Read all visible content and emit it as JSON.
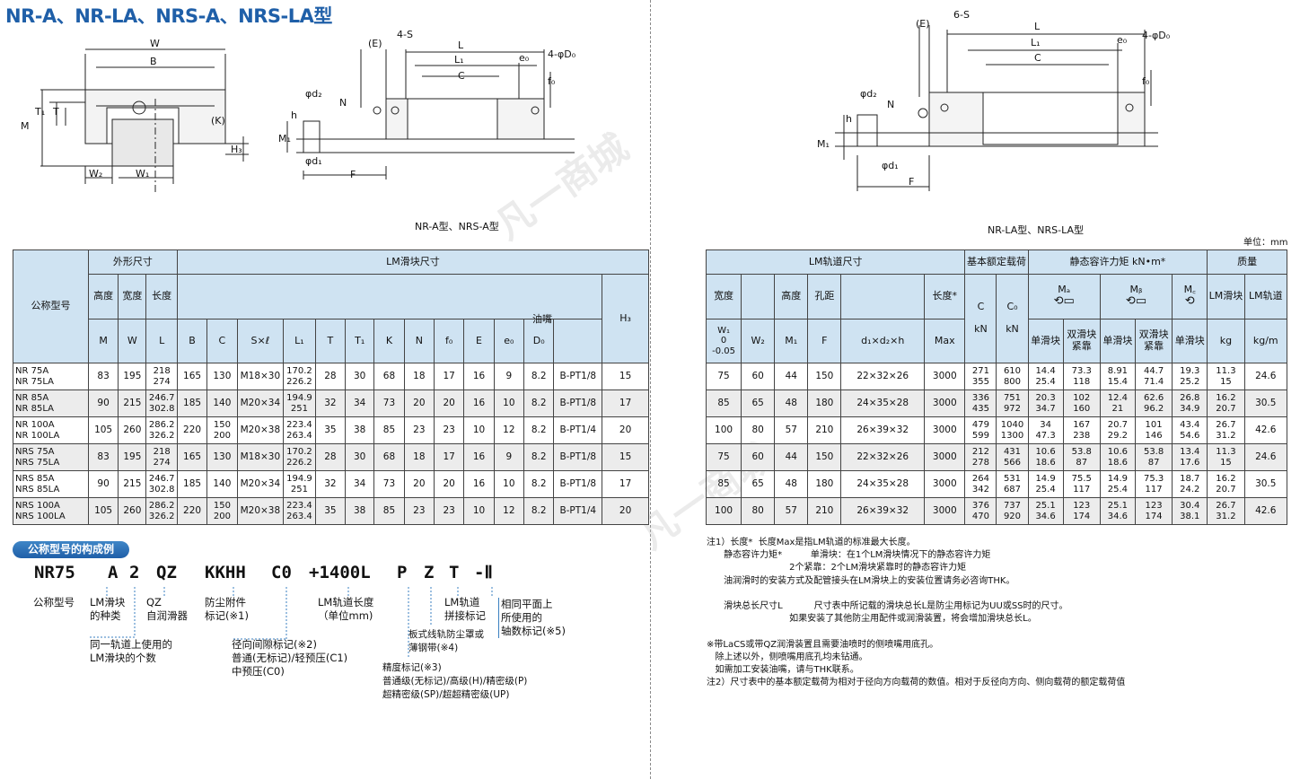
{
  "title": "NR-A、NR-LA、NRS-A、NRS-LA型",
  "drawing_a": {
    "caption": "NR-A型、NRS-A型",
    "front": {
      "W": "W",
      "B": "B",
      "M": "M",
      "T1": "T₁",
      "T": "T",
      "K": "(K)",
      "H3": "H₃",
      "W2": "W₂",
      "W1": "W₁"
    },
    "side": {
      "E": "(E)",
      "S": "4-S",
      "L": "L",
      "L1": "L₁",
      "C": "C",
      "e0": "e₀",
      "D0": "4-φD₀",
      "f0": "f₀",
      "d2": "φd₂",
      "N": "N",
      "h": "h",
      "M1": "M₁",
      "d1": "φd₁",
      "F": "F"
    }
  },
  "drawing_la": {
    "caption": "NR-LA型、NRS-LA型",
    "side": {
      "E": "(E)",
      "S": "6-S",
      "L": "L",
      "L1": "L₁",
      "C": "C",
      "e0": "e₀",
      "D0": "4-φD₀",
      "f0": "f₀",
      "d2": "φd₂",
      "N": "N",
      "h": "h",
      "M1": "M₁",
      "d1": "φd₁",
      "F": "F"
    }
  },
  "unit_label": "单位：mm",
  "watermark": "凡一商城",
  "table": {
    "left_head": {
      "model": "公称型号",
      "outer": "外形尺寸",
      "lm_block": "LM滑块尺寸",
      "height": "高度",
      "width": "宽度",
      "length": "长度",
      "oil": "油嘴",
      "sym": [
        "M",
        "W",
        "L",
        "B",
        "C",
        "S×ℓ",
        "L₁",
        "T",
        "T₁",
        "K",
        "N",
        "f₀",
        "E",
        "e₀",
        "D₀",
        "",
        "H₃"
      ]
    },
    "right_head": {
      "rail": "LM轨道尺寸",
      "load": "基本额定载荷",
      "moment": "静态容许力矩 kN•m*",
      "mass": "质量",
      "width": "宽度",
      "height": "高度",
      "pitch": "孔距",
      "length": "长度*",
      "C": "C",
      "C0": "C₀",
      "MA": "Mₐ",
      "MB": "Mᵦ",
      "MC": "M꜀",
      "single": "单滑块",
      "double": "双滑块紧靠",
      "lm_block": "LM滑块",
      "lm_rail": "LM轨道",
      "w1": "W₁",
      "w1_0": "0",
      "w1_tol": "-0.05",
      "sym": [
        "W₂",
        "M₁",
        "F",
        "d₁×d₂×h",
        "Max",
        "kN",
        "kN",
        "kg",
        "kg/m"
      ]
    },
    "rows": [
      {
        "model": [
          "NR 75A",
          "NR 75LA"
        ],
        "M": "83",
        "W": "195",
        "L": [
          "218",
          "274"
        ],
        "B": "165",
        "C": "130",
        "S": "M18×30",
        "L1": [
          "170.2",
          "226.2"
        ],
        "T": "28",
        "T1": "30",
        "K": "68",
        "N": "18",
        "f0": "17",
        "E": "16",
        "e0": "9",
        "D0": "8.2",
        "oil": "B-PT1/8",
        "H3": "15",
        "W1": "75",
        "W2": "60",
        "M1": "44",
        "F": "150",
        "d": "22×32×26",
        "Max": "3000",
        "Cd": [
          "271",
          "355"
        ],
        "C0": [
          "610",
          "800"
        ],
        "MA1": [
          "14.4",
          "25.4"
        ],
        "MA2": [
          "73.3",
          "118"
        ],
        "MB1": [
          "8.91",
          "15.4"
        ],
        "MB2": [
          "44.7",
          "71.4"
        ],
        "MC": [
          "19.3",
          "25.2"
        ],
        "mb": [
          "11.3",
          "15"
        ],
        "mr": "24.6"
      },
      {
        "model": [
          "NR 85A",
          "NR 85LA"
        ],
        "M": "90",
        "W": "215",
        "L": [
          "246.7",
          "302.8"
        ],
        "B": "185",
        "C": "140",
        "S": "M20×34",
        "L1": [
          "194.9",
          "251"
        ],
        "T": "32",
        "T1": "34",
        "K": "73",
        "N": "20",
        "f0": "20",
        "E": "16",
        "e0": "10",
        "D0": "8.2",
        "oil": "B-PT1/8",
        "H3": "17",
        "W1": "85",
        "W2": "65",
        "M1": "48",
        "F": "180",
        "d": "24×35×28",
        "Max": "3000",
        "Cd": [
          "336",
          "435"
        ],
        "C0": [
          "751",
          "972"
        ],
        "MA1": [
          "20.3",
          "34.7"
        ],
        "MA2": [
          "102",
          "160"
        ],
        "MB1": [
          "12.4",
          "21"
        ],
        "MB2": [
          "62.6",
          "96.2"
        ],
        "MC": [
          "26.8",
          "34.9"
        ],
        "mb": [
          "16.2",
          "20.7"
        ],
        "mr": "30.5"
      },
      {
        "model": [
          "NR 100A",
          "NR 100LA"
        ],
        "M": "105",
        "W": "260",
        "L": [
          "286.2",
          "326.2"
        ],
        "B": "220",
        "C": [
          "150",
          "200"
        ],
        "S": "M20×38",
        "L1": [
          "223.4",
          "263.4"
        ],
        "T": "35",
        "T1": "38",
        "K": "85",
        "N": "23",
        "f0": "23",
        "E": "10",
        "e0": "12",
        "D0": "8.2",
        "oil": "B-PT1/4",
        "H3": "20",
        "W1": "100",
        "W2": "80",
        "M1": "57",
        "F": "210",
        "d": "26×39×32",
        "Max": "3000",
        "Cd": [
          "479",
          "599"
        ],
        "C0": [
          "1040",
          "1300"
        ],
        "MA1": [
          "34",
          "47.3"
        ],
        "MA2": [
          "167",
          "238"
        ],
        "MB1": [
          "20.7",
          "29.2"
        ],
        "MB2": [
          "101",
          "146"
        ],
        "MC": [
          "43.4",
          "54.6"
        ],
        "mb": [
          "26.7",
          "31.2"
        ],
        "mr": "42.6"
      },
      {
        "model": [
          "NRS 75A",
          "NRS 75LA"
        ],
        "M": "83",
        "W": "195",
        "L": [
          "218",
          "274"
        ],
        "B": "165",
        "C": "130",
        "S": "M18×30",
        "L1": [
          "170.2",
          "226.2"
        ],
        "T": "28",
        "T1": "30",
        "K": "68",
        "N": "18",
        "f0": "17",
        "E": "16",
        "e0": "9",
        "D0": "8.2",
        "oil": "B-PT1/8",
        "H3": "15",
        "W1": "75",
        "W2": "60",
        "M1": "44",
        "F": "150",
        "d": "22×32×26",
        "Max": "3000",
        "Cd": [
          "212",
          "278"
        ],
        "C0": [
          "431",
          "566"
        ],
        "MA1": [
          "10.6",
          "18.6"
        ],
        "MA2": [
          "53.8",
          "87"
        ],
        "MB1": [
          "10.6",
          "18.6"
        ],
        "MB2": [
          "53.8",
          "87"
        ],
        "MC": [
          "13.4",
          "17.6"
        ],
        "mb": [
          "11.3",
          "15"
        ],
        "mr": "24.6"
      },
      {
        "model": [
          "NRS 85A",
          "NRS 85LA"
        ],
        "M": "90",
        "W": "215",
        "L": [
          "246.7",
          "302.8"
        ],
        "B": "185",
        "C": "140",
        "S": "M20×34",
        "L1": [
          "194.9",
          "251"
        ],
        "T": "32",
        "T1": "34",
        "K": "73",
        "N": "20",
        "f0": "20",
        "E": "16",
        "e0": "10",
        "D0": "8.2",
        "oil": "B-PT1/8",
        "H3": "17",
        "W1": "85",
        "W2": "65",
        "M1": "48",
        "F": "180",
        "d": "24×35×28",
        "Max": "3000",
        "Cd": [
          "264",
          "342"
        ],
        "C0": [
          "531",
          "687"
        ],
        "MA1": [
          "14.9",
          "25.4"
        ],
        "MA2": [
          "75.5",
          "117"
        ],
        "MB1": [
          "14.9",
          "25.4"
        ],
        "MB2": [
          "75.3",
          "117"
        ],
        "MC": [
          "18.7",
          "24.2"
        ],
        "mb": [
          "16.2",
          "20.7"
        ],
        "mr": "30.5"
      },
      {
        "model": [
          "NRS 100A",
          "NRS 100LA"
        ],
        "M": "105",
        "W": "260",
        "L": [
          "286.2",
          "326.2"
        ],
        "B": "220",
        "C": [
          "150",
          "200"
        ],
        "S": "M20×38",
        "L1": [
          "223.4",
          "263.4"
        ],
        "T": "35",
        "T1": "38",
        "K": "85",
        "N": "23",
        "f0": "23",
        "E": "10",
        "e0": "12",
        "D0": "8.2",
        "oil": "B-PT1/4",
        "H3": "20",
        "W1": "100",
        "W2": "80",
        "M1": "57",
        "F": "210",
        "d": "26×39×32",
        "Max": "3000",
        "Cd": [
          "376",
          "470"
        ],
        "C0": [
          "737",
          "920"
        ],
        "MA1": [
          "25.1",
          "34.6"
        ],
        "MA2": [
          "123",
          "174"
        ],
        "MB1": [
          "25.1",
          "34.6"
        ],
        "MB2": [
          "123",
          "174"
        ],
        "MC": [
          "30.4",
          "38.1"
        ],
        "mb": [
          "26.7",
          "31.2"
        ],
        "mr": "42.6"
      }
    ]
  },
  "model_code": {
    "heading": "公称型号的构成例",
    "parts": [
      "NR75",
      "A",
      "2",
      "QZ",
      "KKHH",
      "C0",
      "+1400L",
      "P",
      "Z",
      "T",
      "-Ⅱ"
    ],
    "labels": {
      "model": "公称型号",
      "block_type": "LM滑块\n的种类",
      "qz": "QZ\n自润滑器",
      "seal": "防尘附件\n标记(※1)",
      "rail_len": "LM轨道长度\n（单位mm)",
      "joint": "LM轨道\n拼接标记",
      "same_plane": "相同平面上\n所使用的\n轴数标记(※5)",
      "count": "同一轨道上使用的\nLM滑块的个数",
      "clearance": "径向间隙标记(※2)\n普通(无标记)/轻预压(C1)\n中预压(C0)",
      "cover": "板式线轨防尘罩或\n薄钢带(※4)",
      "accuracy": "精度标记(※3)\n普通级(无标记)/高级(H)/精密级(P)\n超精密级(SP)/超超精密级(UP)"
    }
  },
  "notes": {
    "n1": "注1）长度*  长度Max是指LM轨道的标准最大长度。",
    "n1b": "      静态容许力矩*          单滑块：在1个LM滑块情况下的静态容许力矩",
    "n1c": "                             2个紧靠：2个LM滑块紧靠时的静态容许力矩",
    "n1d": "      油润滑时的安装方式及配管接头在LM滑块上的安装位置请务必咨询THK。",
    "n1e": "      滑块总长尺寸L           尺寸表中所记载的滑块总长L是防尘用标记为UU或SS时的尺寸。",
    "n1f": "                             如果安装了其他防尘用配件或润滑装置，将会增加滑块总长L。",
    "n2": "※带LaCS或带QZ润滑装置且需要油喷时的侧喷嘴用底孔。",
    "n2b": "   除上述以外，侧喷嘴用底孔均未钻通。",
    "n2c": "   如需加工安装油嘴，请与THK联系。",
    "n3": "注2）尺寸表中的基本额定载荷为相对于径向方向载荷的数值。相对于反径向方向、侧向载荷的额定载荷值"
  }
}
